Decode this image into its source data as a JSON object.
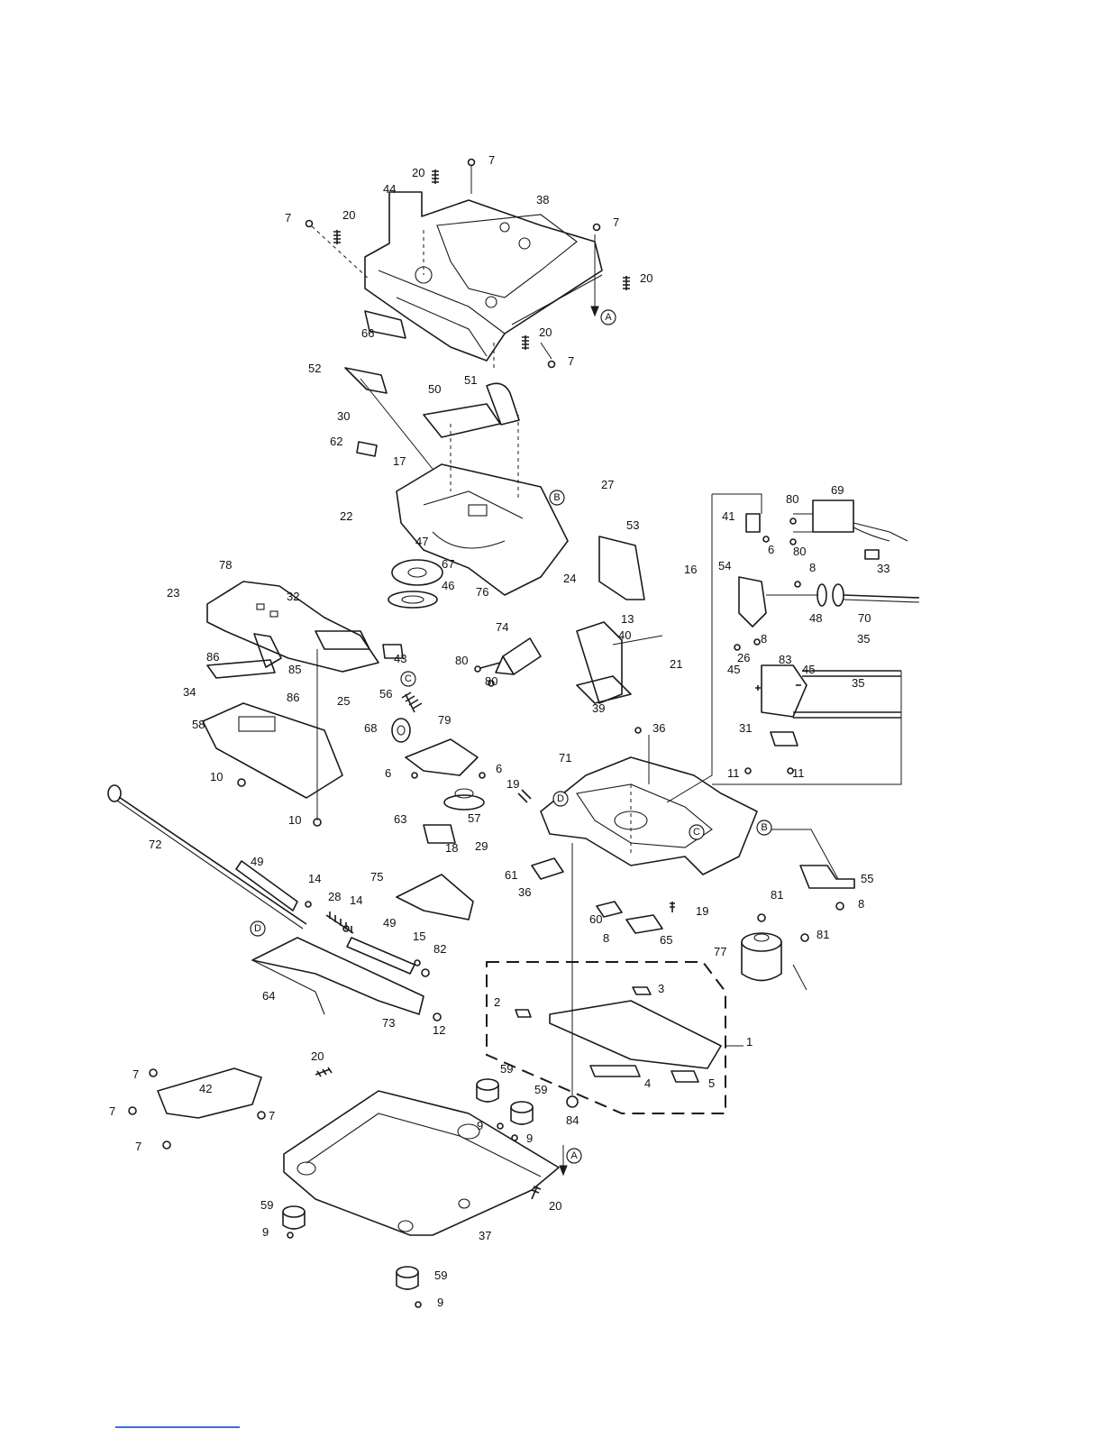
{
  "labels": [
    {
      "id": "l7a",
      "text": "7"
    },
    {
      "id": "l20a",
      "text": "20"
    },
    {
      "id": "l44",
      "text": "44"
    },
    {
      "id": "l38",
      "text": "38"
    },
    {
      "id": "l7b",
      "text": "7"
    },
    {
      "id": "l20b",
      "text": "20"
    },
    {
      "id": "l7c",
      "text": "7"
    },
    {
      "id": "l20c",
      "text": "20"
    },
    {
      "id": "l66",
      "text": "66"
    },
    {
      "id": "l20d",
      "text": "20"
    },
    {
      "id": "l7d",
      "text": "7"
    },
    {
      "id": "l52",
      "text": "52"
    },
    {
      "id": "l30",
      "text": "30"
    },
    {
      "id": "l50",
      "text": "50"
    },
    {
      "id": "l51",
      "text": "51"
    },
    {
      "id": "l62",
      "text": "62"
    },
    {
      "id": "l17",
      "text": "17"
    },
    {
      "id": "l22",
      "text": "22"
    },
    {
      "id": "l47",
      "text": "47"
    },
    {
      "id": "l67",
      "text": "67"
    },
    {
      "id": "l46",
      "text": "46"
    },
    {
      "id": "l76",
      "text": "76"
    },
    {
      "id": "l27",
      "text": "27"
    },
    {
      "id": "l53",
      "text": "53"
    },
    {
      "id": "l16",
      "text": "16"
    },
    {
      "id": "l24",
      "text": "24"
    },
    {
      "id": "l32",
      "text": "32"
    },
    {
      "id": "l43",
      "text": "43"
    },
    {
      "id": "l78",
      "text": "78"
    },
    {
      "id": "l23",
      "text": "23"
    },
    {
      "id": "l86a",
      "text": "86"
    },
    {
      "id": "l85",
      "text": "85"
    },
    {
      "id": "l34",
      "text": "34"
    },
    {
      "id": "l86b",
      "text": "86"
    },
    {
      "id": "l25",
      "text": "25"
    },
    {
      "id": "l58",
      "text": "58"
    },
    {
      "id": "l10a",
      "text": "10"
    },
    {
      "id": "l10b",
      "text": "10"
    },
    {
      "id": "l72",
      "text": "72"
    },
    {
      "id": "l49a",
      "text": "49"
    },
    {
      "id": "l14a",
      "text": "14"
    },
    {
      "id": "l28",
      "text": "28"
    },
    {
      "id": "l14b",
      "text": "14"
    },
    {
      "id": "l49b",
      "text": "49"
    },
    {
      "id": "l15",
      "text": "15"
    },
    {
      "id": "l82",
      "text": "82"
    },
    {
      "id": "l64",
      "text": "64"
    },
    {
      "id": "l73",
      "text": "73"
    },
    {
      "id": "l12",
      "text": "12"
    },
    {
      "id": "l74",
      "text": "74"
    },
    {
      "id": "l80a",
      "text": "80"
    },
    {
      "id": "l80b",
      "text": "80"
    },
    {
      "id": "l56",
      "text": "56"
    },
    {
      "id": "l68",
      "text": "68"
    },
    {
      "id": "l79",
      "text": "79"
    },
    {
      "id": "l6a",
      "text": "6"
    },
    {
      "id": "l6b",
      "text": "6"
    },
    {
      "id": "l57",
      "text": "57"
    },
    {
      "id": "l63",
      "text": "63"
    },
    {
      "id": "l18",
      "text": "18"
    },
    {
      "id": "l75",
      "text": "75"
    },
    {
      "id": "l19a",
      "text": "19"
    },
    {
      "id": "l29",
      "text": "29"
    },
    {
      "id": "l61",
      "text": "61"
    },
    {
      "id": "l36a",
      "text": "36"
    },
    {
      "id": "l60",
      "text": "60"
    },
    {
      "id": "l8a",
      "text": "8"
    },
    {
      "id": "l65",
      "text": "65"
    },
    {
      "id": "l19b",
      "text": "19"
    },
    {
      "id": "l13",
      "text": "13"
    },
    {
      "id": "l40",
      "text": "40"
    },
    {
      "id": "l21",
      "text": "21"
    },
    {
      "id": "l39",
      "text": "39"
    },
    {
      "id": "l36b",
      "text": "36"
    },
    {
      "id": "l71",
      "text": "71"
    },
    {
      "id": "l41",
      "text": "41"
    },
    {
      "id": "l80c",
      "text": "80"
    },
    {
      "id": "l69",
      "text": "69"
    },
    {
      "id": "l80d",
      "text": "80"
    },
    {
      "id": "l6c",
      "text": "6"
    },
    {
      "id": "l33",
      "text": "33"
    },
    {
      "id": "l54",
      "text": "54"
    },
    {
      "id": "l8b",
      "text": "8"
    },
    {
      "id": "l48",
      "text": "48"
    },
    {
      "id": "l70",
      "text": "70"
    },
    {
      "id": "l8c",
      "text": "8"
    },
    {
      "id": "l26",
      "text": "26"
    },
    {
      "id": "l45a",
      "text": "45"
    },
    {
      "id": "l83",
      "text": "83"
    },
    {
      "id": "l45b",
      "text": "45"
    },
    {
      "id": "l35a",
      "text": "35"
    },
    {
      "id": "l35b",
      "text": "35"
    },
    {
      "id": "l31",
      "text": "31"
    },
    {
      "id": "l11a",
      "text": "11"
    },
    {
      "id": "l11b",
      "text": "11"
    },
    {
      "id": "l55",
      "text": "55"
    },
    {
      "id": "l8d",
      "text": "8"
    },
    {
      "id": "l81a",
      "text": "81"
    },
    {
      "id": "l81b",
      "text": "81"
    },
    {
      "id": "l77",
      "text": "77"
    },
    {
      "id": "l1",
      "text": "1"
    },
    {
      "id": "l2",
      "text": "2"
    },
    {
      "id": "l3",
      "text": "3"
    },
    {
      "id": "l4",
      "text": "4"
    },
    {
      "id": "l5",
      "text": "5"
    },
    {
      "id": "l84",
      "text": "84"
    },
    {
      "id": "l59a",
      "text": "59"
    },
    {
      "id": "l59b",
      "text": "59"
    },
    {
      "id": "l9a",
      "text": "9"
    },
    {
      "id": "l9b",
      "text": "9"
    },
    {
      "id": "l20e",
      "text": "20"
    },
    {
      "id": "l42",
      "text": "42"
    },
    {
      "id": "l7e",
      "text": "7"
    },
    {
      "id": "l7f",
      "text": "7"
    },
    {
      "id": "l7g",
      "text": "7"
    },
    {
      "id": "l7h",
      "text": "7"
    },
    {
      "id": "l20f",
      "text": "20"
    },
    {
      "id": "l37",
      "text": "37"
    },
    {
      "id": "l59c",
      "text": "59"
    },
    {
      "id": "l9c",
      "text": "9"
    },
    {
      "id": "l59d",
      "text": "59"
    },
    {
      "id": "l9d",
      "text": "9"
    }
  ],
  "refs": [
    {
      "id": "rA1",
      "text": "A"
    },
    {
      "id": "rB1",
      "text": "B"
    },
    {
      "id": "rC1",
      "text": "C"
    },
    {
      "id": "rD1",
      "text": "D"
    },
    {
      "id": "rC2",
      "text": "C"
    },
    {
      "id": "rB2",
      "text": "B"
    },
    {
      "id": "rD2",
      "text": "D"
    },
    {
      "id": "rA2",
      "text": "A"
    }
  ]
}
